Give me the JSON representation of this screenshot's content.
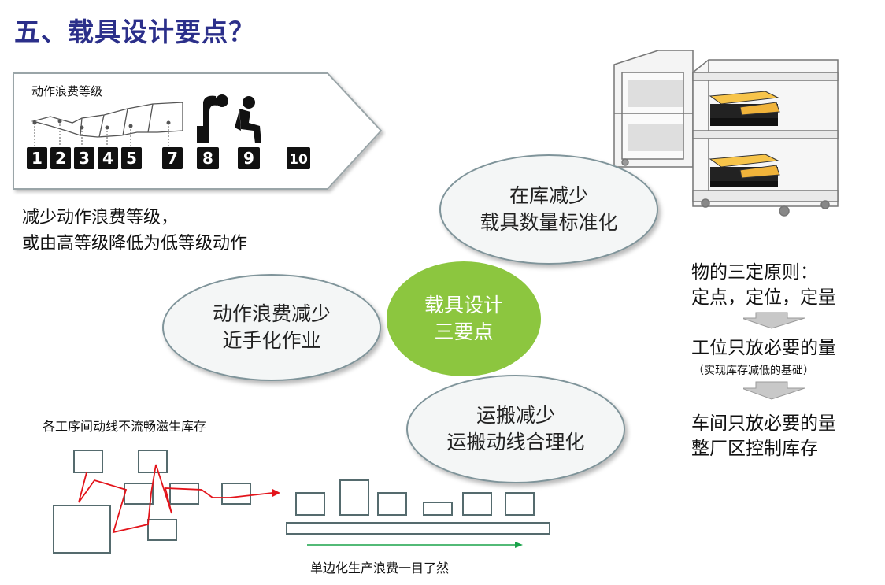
{
  "title": "五、载具设计要点？",
  "grade_panel": {
    "label": "动作浪费等级",
    "numbers": [
      "1",
      "2",
      "3",
      "4",
      "5",
      "7",
      "8",
      "9",
      "10"
    ]
  },
  "left_text": {
    "line1": "减少动作浪费等级，",
    "line2": "或由高等级降低为低等级动作"
  },
  "ellipses": {
    "top": {
      "line1": "在库减少",
      "line2": "载具数量标准化"
    },
    "left": {
      "line1": "动作浪费减少",
      "line2": "近手化作业"
    },
    "bottom": {
      "line1": "运搬减少",
      "line2": "运搬动线合理化"
    }
  },
  "center": {
    "line1": "载具设计",
    "line2": "三要点"
  },
  "right": {
    "principle": "物的三定原则：",
    "three": "定点，定位，定量",
    "step1": "工位只放必要的量",
    "note": "（实现库存减低的基础）",
    "step2a": "车间只放必要的量",
    "step2b": "整厂区控制库存"
  },
  "bottom_left_label": "各工序间动线不流畅滋生库存",
  "bottom_right_label": "单边化生产浪费一目了然",
  "colors": {
    "title": "#2b2f8a",
    "center_circle": "#8cc63f",
    "flow_line": "#e3141b",
    "arrow_green": "#1aa34a"
  }
}
